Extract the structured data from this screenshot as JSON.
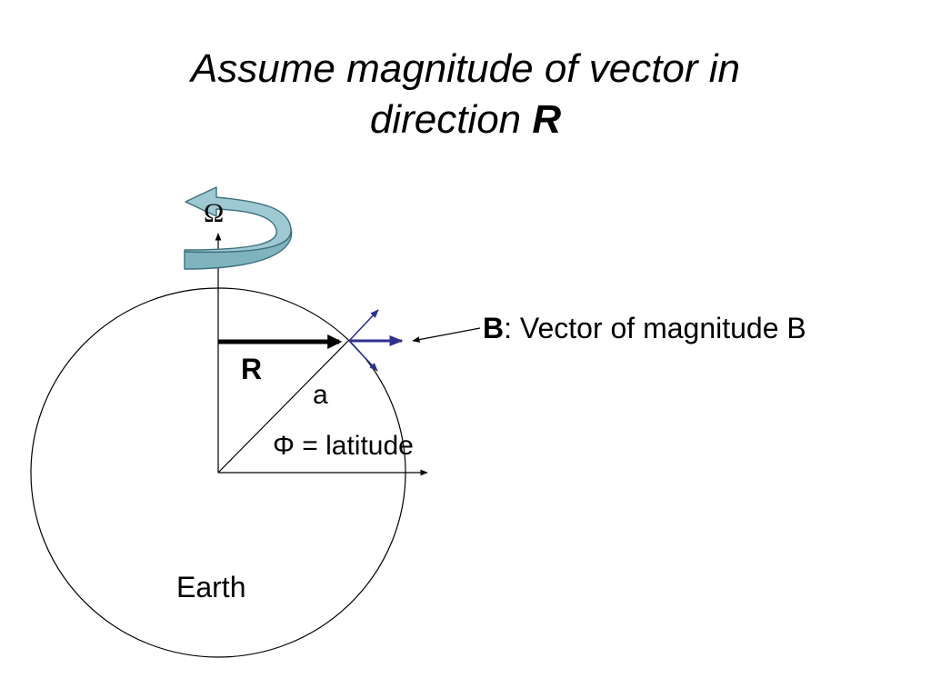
{
  "title": {
    "line1": "Assume magnitude of vector in",
    "line2_prefix": "direction ",
    "line2_emphasis": "R"
  },
  "labels": {
    "omega": "Ω",
    "r": "R",
    "a": "a",
    "phi_symbol": "Φ",
    "phi_text": " = latitude",
    "b_bold": "B",
    "b_text": ": Vector of magnitude B",
    "earth": "Earth"
  },
  "colors": {
    "rotation_arrow_fill": "#9fc9d2",
    "rotation_arrow_stroke": "#3d6f7c",
    "vector_b": "#2e3192",
    "lines": "#000000"
  }
}
